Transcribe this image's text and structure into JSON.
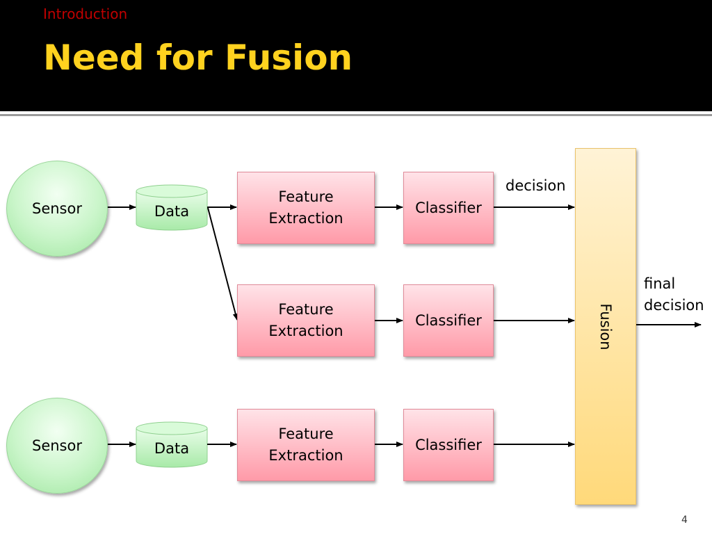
{
  "slide": {
    "section": "Introduction",
    "title": "Need for Fusion",
    "page_number": "4"
  },
  "diagram": {
    "sensor_label": "Sensor",
    "data_label": "Data",
    "feature_extraction_line1": "Feature",
    "feature_extraction_line2": "Extraction",
    "classifier_label": "Classifier",
    "fusion_label": "Fusion",
    "decision_label": "decision",
    "final_decision_line1": "final",
    "final_decision_line2": "decision"
  },
  "colors": {
    "header_bg": "#000000",
    "title": "#ffd21f",
    "section": "#c00000",
    "sensor_fill": "#c9f5c9",
    "box_fill": "#ffb3be",
    "fusion_fill": "#ffe39a"
  }
}
